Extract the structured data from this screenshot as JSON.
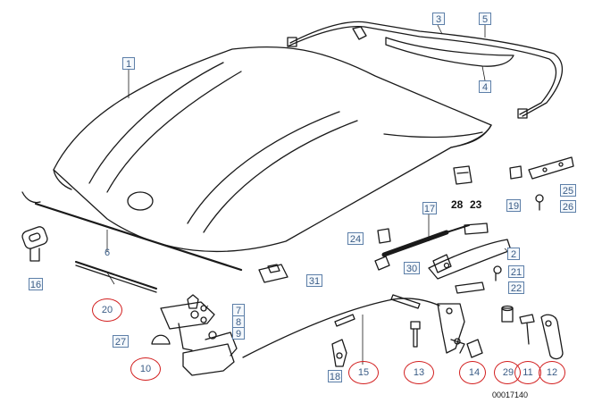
{
  "diagram": {
    "title": "",
    "reference_code": "00017140",
    "callouts": {
      "c1": "1",
      "c2": "2",
      "c3": "3",
      "c4": "4",
      "c5": "5",
      "c6": "6",
      "c7": "7",
      "c8": "8",
      "c9": "9",
      "c10": "10",
      "c11": "11",
      "c12": "12",
      "c13": "13",
      "c14": "14",
      "c15": "15",
      "c16": "16",
      "c17": "17",
      "c18": "18",
      "c19": "19",
      "c20": "20",
      "c21": "21",
      "c22": "22",
      "c24": "24",
      "c25": "25",
      "c26": "26",
      "c27": "27",
      "c29": "29",
      "c30": "30",
      "c31": "31"
    },
    "plain_labels": {
      "p28": "28",
      "p23": "23"
    },
    "circled_parts": [
      "10",
      "11",
      "12",
      "13",
      "14",
      "15",
      "20",
      "29"
    ],
    "colors": {
      "callout_border": "#5d7fa8",
      "callout_text": "#3a5c86",
      "circle_mark": "#d21e1e",
      "line_art": "#1a1a1a"
    }
  }
}
